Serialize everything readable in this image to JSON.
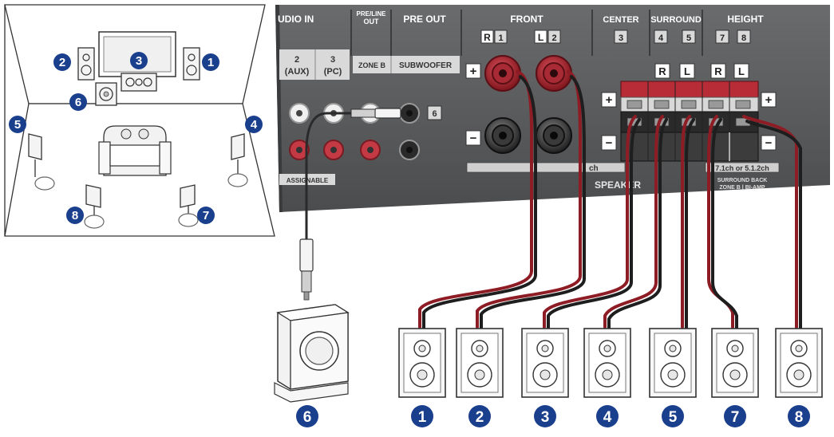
{
  "colors": {
    "panel": "#58595b",
    "panel_dark": "#3a3b3d",
    "label_bg": "#d9d9d9",
    "badge": "#1a3f8c",
    "cable_red": "#8e1c24",
    "cable_black": "#1e1e1e"
  },
  "rear_panel": {
    "audio_in_header": "UDIO IN",
    "preline_header": "PRE/LINE",
    "preline_header2": "OUT",
    "preout_header": "PRE OUT",
    "front_header": "FRONT",
    "center_header": "CENTER",
    "surround_header": "SURROUND",
    "height_header": "HEIGHT",
    "input2_num": "2",
    "input2_name": "(AUX)",
    "input3_num": "3",
    "input3_name": "(PC)",
    "zoneb_label": "ZONE B",
    "subwoofer_label": "SUBWOOFER",
    "assign_label": "ASSIGNABLE",
    "sub_terminal_num": "6",
    "front_r_letter": "R",
    "front_r_num": "1",
    "front_l_letter": "L",
    "front_l_num": "2",
    "center_num": "3",
    "surround_num_a": "4",
    "surround_num_b": "5",
    "height_num_a": "7",
    "height_num_b": "8",
    "surround_r": "R",
    "surround_l": "L",
    "height_r": "R",
    "height_l": "L",
    "plus_sign": "+",
    "minus_sign": "−",
    "speakers_label": "SPEAKER",
    "strip_label": "ch",
    "config_label": "7.1ch or 5.1.2ch",
    "surround_back_label": "SURROUND BACK",
    "zone_biamp_label": "ZONE B | BI-AMP"
  },
  "room_badges": [
    "1",
    "2",
    "3",
    "4",
    "5",
    "6",
    "7",
    "8"
  ],
  "bottom_badges": [
    "6",
    "1",
    "2",
    "3",
    "4",
    "5",
    "7",
    "8"
  ]
}
